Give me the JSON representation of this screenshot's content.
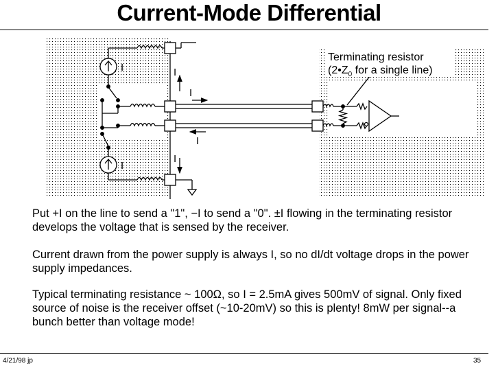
{
  "slide": {
    "title": "Current-Mode Differential",
    "paragraphs": [
      "Put +I on the line to send a \"1\", −I to send a \"0\".  ±I flowing in the terminating resistor develops the voltage that is sensed by the receiver.",
      "Current drawn from the power supply is always I, so no dI/dt voltage drops in the power supply impedances.",
      "Typical terminating resistance ~ 100Ω, so I = 2.5mA gives 500mV of signal. Only fixed source of noise is the receiver offset (~10-20mV) so this is plenty! 8mW per signal--a bunch better than voltage mode!"
    ],
    "footer_left": "4/21/98  jp",
    "page_number": "35"
  },
  "diagram": {
    "term_label_line1": "Terminating resistor",
    "term_label_prefix": "(2•Z",
    "term_label_sub": "0",
    "term_label_suffix": " for a single line)",
    "current_label": "I"
  }
}
